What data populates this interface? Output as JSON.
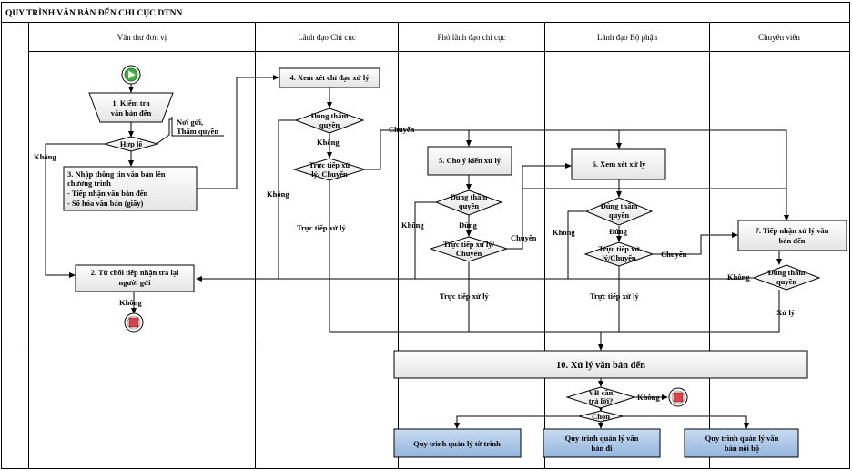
{
  "title": "QUY TRÌNH VĂN BẢN ĐẾN CHI CỤC DTNN",
  "lanes": [
    "Văn thư đơn vị",
    "Lãnh đạo Chi cục",
    "Phó lãnh đạo chi cục",
    "Lãnh đạo Bộ phận",
    "Chuyên viên"
  ],
  "steps": {
    "s1_line1": "1. Kiểm tra",
    "s1_line2": "văn bản đến",
    "note_line1": "Nơi gửi,",
    "note_line2": "Thẩm quyền",
    "d_hople": "Hợp lệ",
    "s3_line1": "3. Nhập thông tin văn bản lên",
    "s3_line2": "chương trình",
    "s3_line3": "- Tiếp nhận văn bản đến",
    "s3_line4": "- Số hóa văn bản (giấy)",
    "s2_line1": "2. Từ chối tiếp nhận trả lại",
    "s2_line2": "người gửi",
    "s4": "4. Xem xét chỉ đạo xử lý",
    "d_thamquyen_line1": "Đúng thẩm",
    "d_thamquyen_line2": "quyền",
    "d_tructiep_line1": "Trực tiếp xử",
    "d_tructiep_line2": "lý/ Chuyển",
    "s5": "5. Cho ý kiến xử lý",
    "d5_tructiep_line1": "Trực tiếp xử lý/",
    "d5_tructiep_line2": "Chuyển",
    "s6": "6. Xem xét xử lý",
    "d6_tructiep_line1": "Trực tiếp xử",
    "d6_tructiep_line2": "lý/Chuyển",
    "s7_line1": "7. Tiếp nhận xử lý văn",
    "s7_line2": "bản đến",
    "s10": "10. Xử lý văn bản đến",
    "d_vbcan_line1": "VB cần",
    "d_vbcan_line2": "trả lời?",
    "p1": "Quy trình quản lý tờ trình",
    "p2_line1": "Quy trình quản lý văn",
    "p2_line2": "bản đi",
    "p3_line1": "Quy trình quản lý văn",
    "p3_line2": "bản nội bộ"
  },
  "labels": {
    "khong": "Không",
    "dung": "Đúng",
    "chuyen": "Chuyển",
    "tructiep": "Trực tiếp xử lý",
    "xuly": "Xử lý",
    "chon": "Chọn"
  },
  "colors": {
    "box_fill": "#f0f0f0",
    "process_fill": "#a9c6e8",
    "start_green": "#3fb03f",
    "end_red": "#d9434c"
  }
}
